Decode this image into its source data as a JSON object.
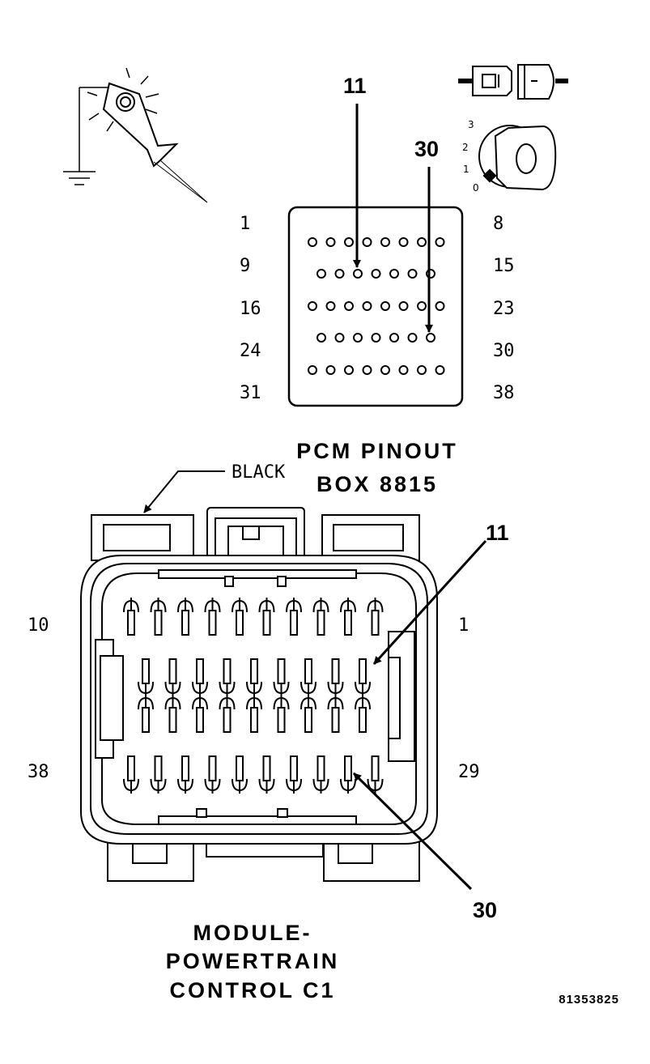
{
  "pinout_box": {
    "left_labels": [
      "1",
      "9",
      "16",
      "24",
      "31"
    ],
    "right_labels": [
      "8",
      "15",
      "23",
      "30",
      "38"
    ],
    "title_line1": "PCM PINOUT",
    "title_line2": "BOX 8815",
    "callout_a": "11",
    "callout_b": "30"
  },
  "ignition_switch": {
    "positions": [
      "3",
      "2",
      "1",
      "0"
    ],
    "key_letter": "O"
  },
  "connector": {
    "color_label": "BLACK",
    "left_top": "10",
    "left_bottom": "38",
    "right_top": "1",
    "right_bottom": "29",
    "callout_a": "11",
    "callout_b": "30",
    "title_line1": "MODULE-",
    "title_line2": "POWERTRAIN",
    "title_line3": "CONTROL C1"
  },
  "figure_number": "81353825",
  "icons": [
    "test-light-icon",
    "ground-icon",
    "ignition-off-icon",
    "key-switch-icon"
  ]
}
